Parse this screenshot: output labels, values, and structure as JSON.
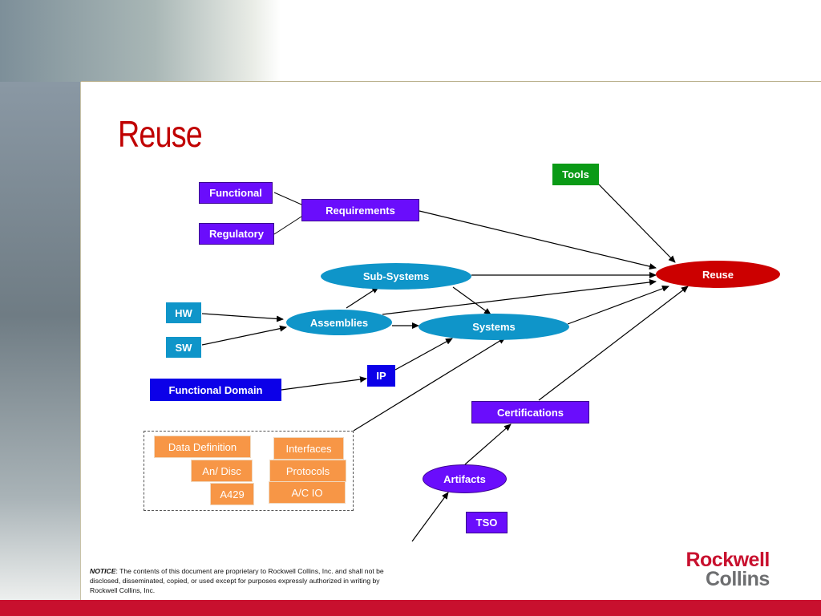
{
  "title": "Reuse",
  "nodes": {
    "tools": "Tools",
    "functional": "Functional",
    "requirements": "Requirements",
    "regulatory": "Regulatory",
    "reuse": "Reuse",
    "sub_systems": "Sub-Systems",
    "hw": "HW",
    "assemblies": "Assemblies",
    "systems": "Systems",
    "sw": "SW",
    "ip": "IP",
    "functional_domain": "Functional Domain",
    "certifications": "Certifications",
    "data_definition": "Data Definition",
    "interfaces": "Interfaces",
    "an_disc": "An/ Disc",
    "protocols": "Protocols",
    "a429": "A429",
    "ac_io": "A/C IO",
    "artifacts": "Artifacts",
    "tso": "TSO"
  },
  "notice": {
    "label": "NOTICE",
    "text": ": The contents of this document are proprietary to Rockwell Collins, Inc. and shall not be disclosed, disseminated, copied, or used except for purposes expressly authorized in writing by Rockwell Collins, Inc."
  },
  "logo": {
    "line1": "Rockwell",
    "line2": "Collins"
  },
  "colors": {
    "title": "#c00000",
    "purple_box": "#6a0dfc",
    "blue_box": "#0c00e8",
    "teal_node": "#0f95c9",
    "green_box": "#0a9a16",
    "orange_box": "#f79646",
    "reuse_node": "#cc0000",
    "bottom_bar": "#c8102e"
  }
}
